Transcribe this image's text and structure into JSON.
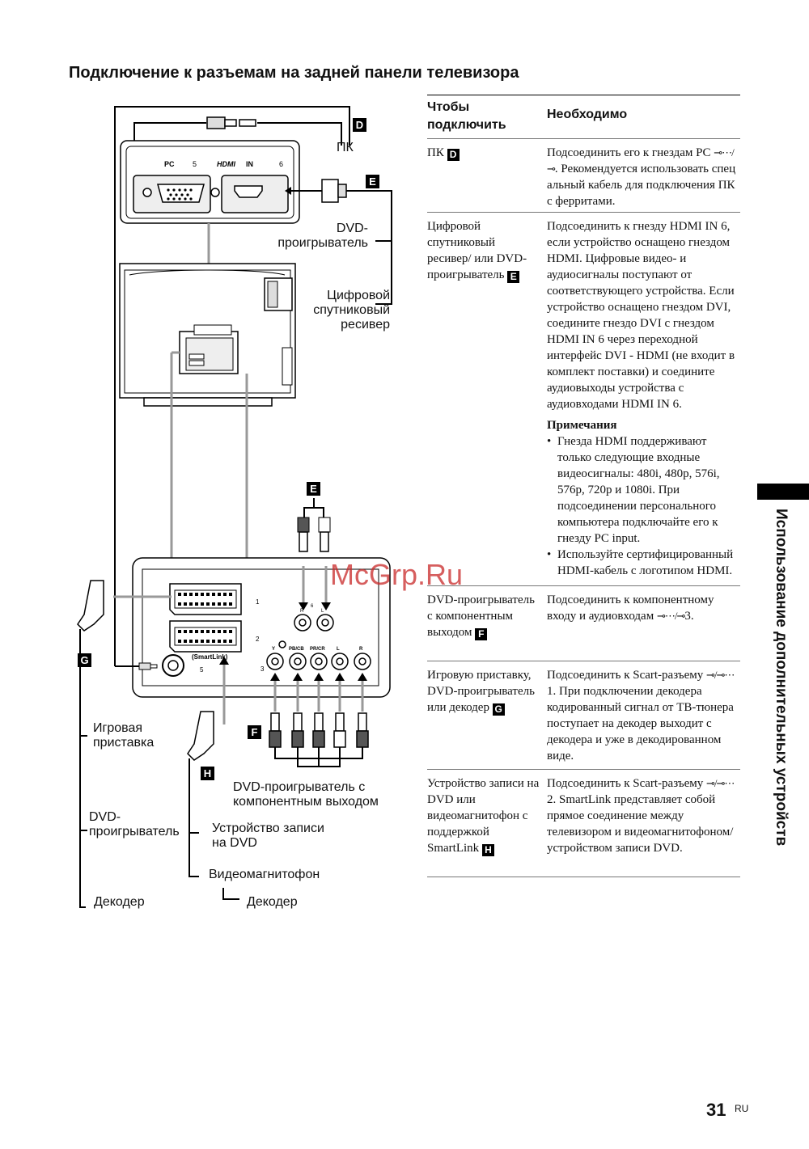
{
  "page": {
    "title": "Подключение к разъемам на задней панели телевизора",
    "number": "31",
    "lang": "RU",
    "side_tab": "Использование дополнительных устройств",
    "watermark": "McGrp.Ru"
  },
  "diagram": {
    "badges": {
      "d": "D",
      "e": "E",
      "e2": "E",
      "f": "F",
      "g": "G",
      "h": "H"
    },
    "labels": {
      "pc": "ПК",
      "dvd_top": "DVD-\nпроигрыватель",
      "satellite": "Цифровой\nспутниковый\nресивер",
      "game": "Игровая\nприставка",
      "dvd_left": "DVD-\nпроигрыватель",
      "decoder_left": "Декодер",
      "dvd_component": "DVD-проигрыватель с\nкомпонентным выходом",
      "dvd_recorder": "Устройство записи\nна DVD",
      "vcr": "Видеомагнитофон",
      "decoder_right": "Декодер"
    },
    "panel_text": {
      "pc": "PC",
      "pc_num": "5",
      "hdmi": "HDMI",
      "hdmi_in": "IN",
      "hdmi_num": "6",
      "scart1": "1",
      "scart2": "2",
      "smartlink": "(SmartLink)",
      "av5": "5",
      "av3": "3",
      "r": "R",
      "l": "L",
      "av6": "6",
      "y": "Y",
      "pb": "PB/CB",
      "pr": "PR/CR",
      "l2": "L",
      "r2": "R"
    }
  },
  "table": {
    "header": {
      "col1": "Чтобы подключить",
      "col2": "Необходимо"
    },
    "rows": [
      {
        "device": "ПК",
        "badge": "D",
        "text1": "Подсоединить его к гнездам PC",
        "sym": "⊸⋯/⊸",
        "text2": ". Рекомендуется использовать спец альный кабель для подключения ПК с ферритами."
      },
      {
        "device": "Цифровой спутниковый ресивер/ или DVD-проигрыватель",
        "badge": "E",
        "text": "Подсоединить к гнезду HDMI IN 6, если устройство оснащено гнездом HDMI. Цифровые видео- и аудиосигналы поступают от соответствующего устройства. Если устройство оснащено гнездом DVI, соедините гнездо DVI с гнездом  HDMI IN 6 через переходной интерфейс DVI - HDMI (не входит в комплект поставки) и соедините аудиовыходы устройства с аудиовходами HDMI IN 6.",
        "notes_title": "Примечания",
        "notes": [
          "Гнезда HDMI поддерживают только следующие входные видеосигналы: 480i, 480p, 576i, 576p, 720p и 1080i. При подсоединении персонального компьютера подключайте его к гнезду PC input.",
          "Используйте сертифицированный HDMI-кабель с логотипом HDMI."
        ]
      },
      {
        "device": "DVD-проигрыватель с компонентным выходом",
        "badge": "F",
        "text1": "Подсоединить к компонентному входу и аудиовходам",
        "sym": "⊸⋯/⊸",
        "text2": "3."
      },
      {
        "device": "Игровую приставку, DVD-проигрыватель или декодер",
        "badge": "G",
        "text1": "Подсоединить к Scart-разъему",
        "sym": "⊸/⊸⋯",
        "text2": "1. При подключении декодера кодированный сигнал от ТВ-тюнера поступает на декодер выходит с декодера и уже в декодированном виде."
      },
      {
        "device": "Устройство записи на DVD или видеомагнитофон с поддержкой SmartLink",
        "badge": "H",
        "text1": "Подсоединить к Scart-разъему",
        "sym": "⊸/⊸⋯",
        "text2": "2. SmartLink представляет собой прямое соединение между телевизором и видеомагнитофоном/ устройством записи DVD."
      }
    ]
  }
}
